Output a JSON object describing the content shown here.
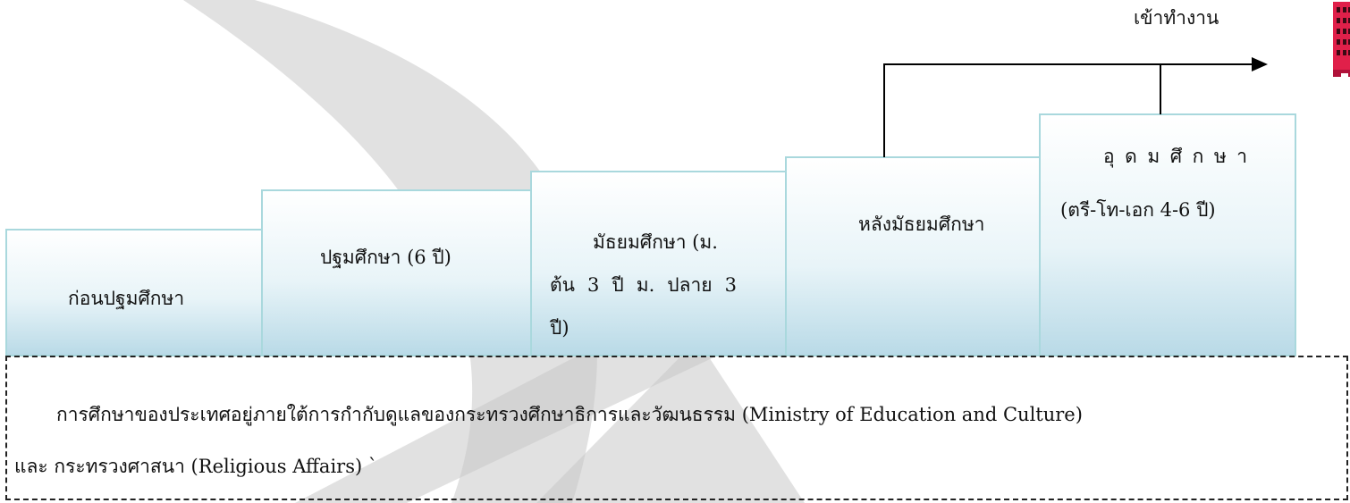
{
  "workplace_label": "เข้าทำงาน",
  "steps": {
    "preschool": "ก่อนปฐมศึกษา",
    "primary": "ปฐมศึกษา (6 ปี)",
    "secondary": [
      "มัธยมศึกษา (ม.",
      "ต้น 3 ปี ม. ปลาย 3",
      "ปี)"
    ],
    "post_secondary": "หลังมัธยมศึกษา",
    "higher": [
      "อุดมศึกษา",
      "(ตรี-โท-เอก 4-6 ปี)"
    ]
  },
  "note": {
    "line1": "การศึกษาของประเทศอยู่ภายใต้การกำกับดูแลของกระทรวงศึกษาธิการและวัฒนธรรม (Ministry of Education and Culture)",
    "line2": "และ กระทรวงศาสนา (Religious Affairs) `"
  },
  "colors": {
    "step_border": "#a9d8dd",
    "step_fill_bottom": "#b9dae7",
    "watermark": "#c8c8c8",
    "building": "#e0204a"
  }
}
